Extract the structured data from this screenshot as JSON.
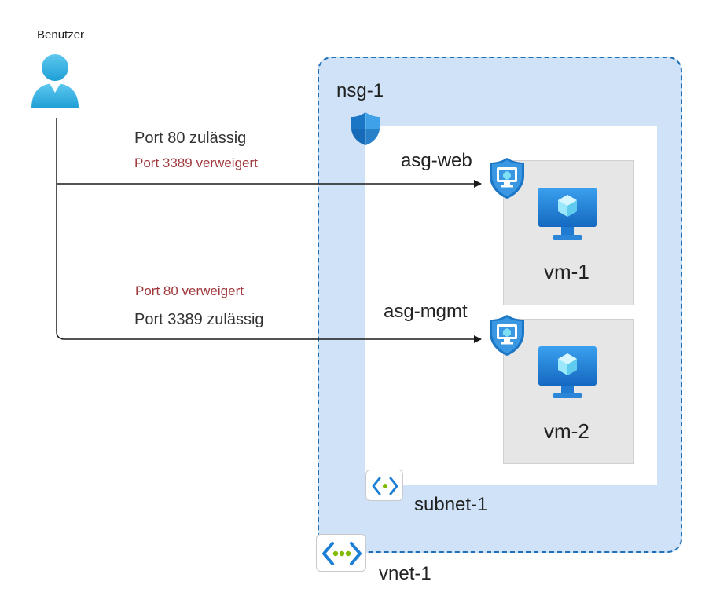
{
  "user": {
    "label": "Benutzer",
    "icon": "user-icon"
  },
  "flows": [
    {
      "allowed": "Port 80 zulässig",
      "denied": "Port 3389 verweigert",
      "target": "asg-web"
    },
    {
      "denied": "Port 80 verweigert",
      "allowed": "Port 3389 zulässig",
      "target": "asg-mgmt"
    }
  ],
  "vnet": {
    "label": "vnet-1",
    "icon": "virtual-network-icon"
  },
  "nsg": {
    "label": "nsg-1",
    "icon": "network-security-group-icon"
  },
  "subnet": {
    "label": "subnet-1",
    "icon": "subnet-icon"
  },
  "asgs": [
    {
      "label": "asg-web",
      "icon": "application-security-group-icon",
      "vm": {
        "label": "vm-1",
        "icon": "virtual-machine-icon"
      }
    },
    {
      "label": "asg-mgmt",
      "icon": "application-security-group-icon",
      "vm": {
        "label": "vm-2",
        "icon": "virtual-machine-icon"
      }
    }
  ],
  "colors": {
    "allowed_text": "#333333",
    "denied_text": "#a0393d",
    "vnet_fill": "#cfe2f7",
    "vnet_border": "#1f6fb8",
    "azure_blue": "#0078d4",
    "line": "#1a1a1a"
  }
}
